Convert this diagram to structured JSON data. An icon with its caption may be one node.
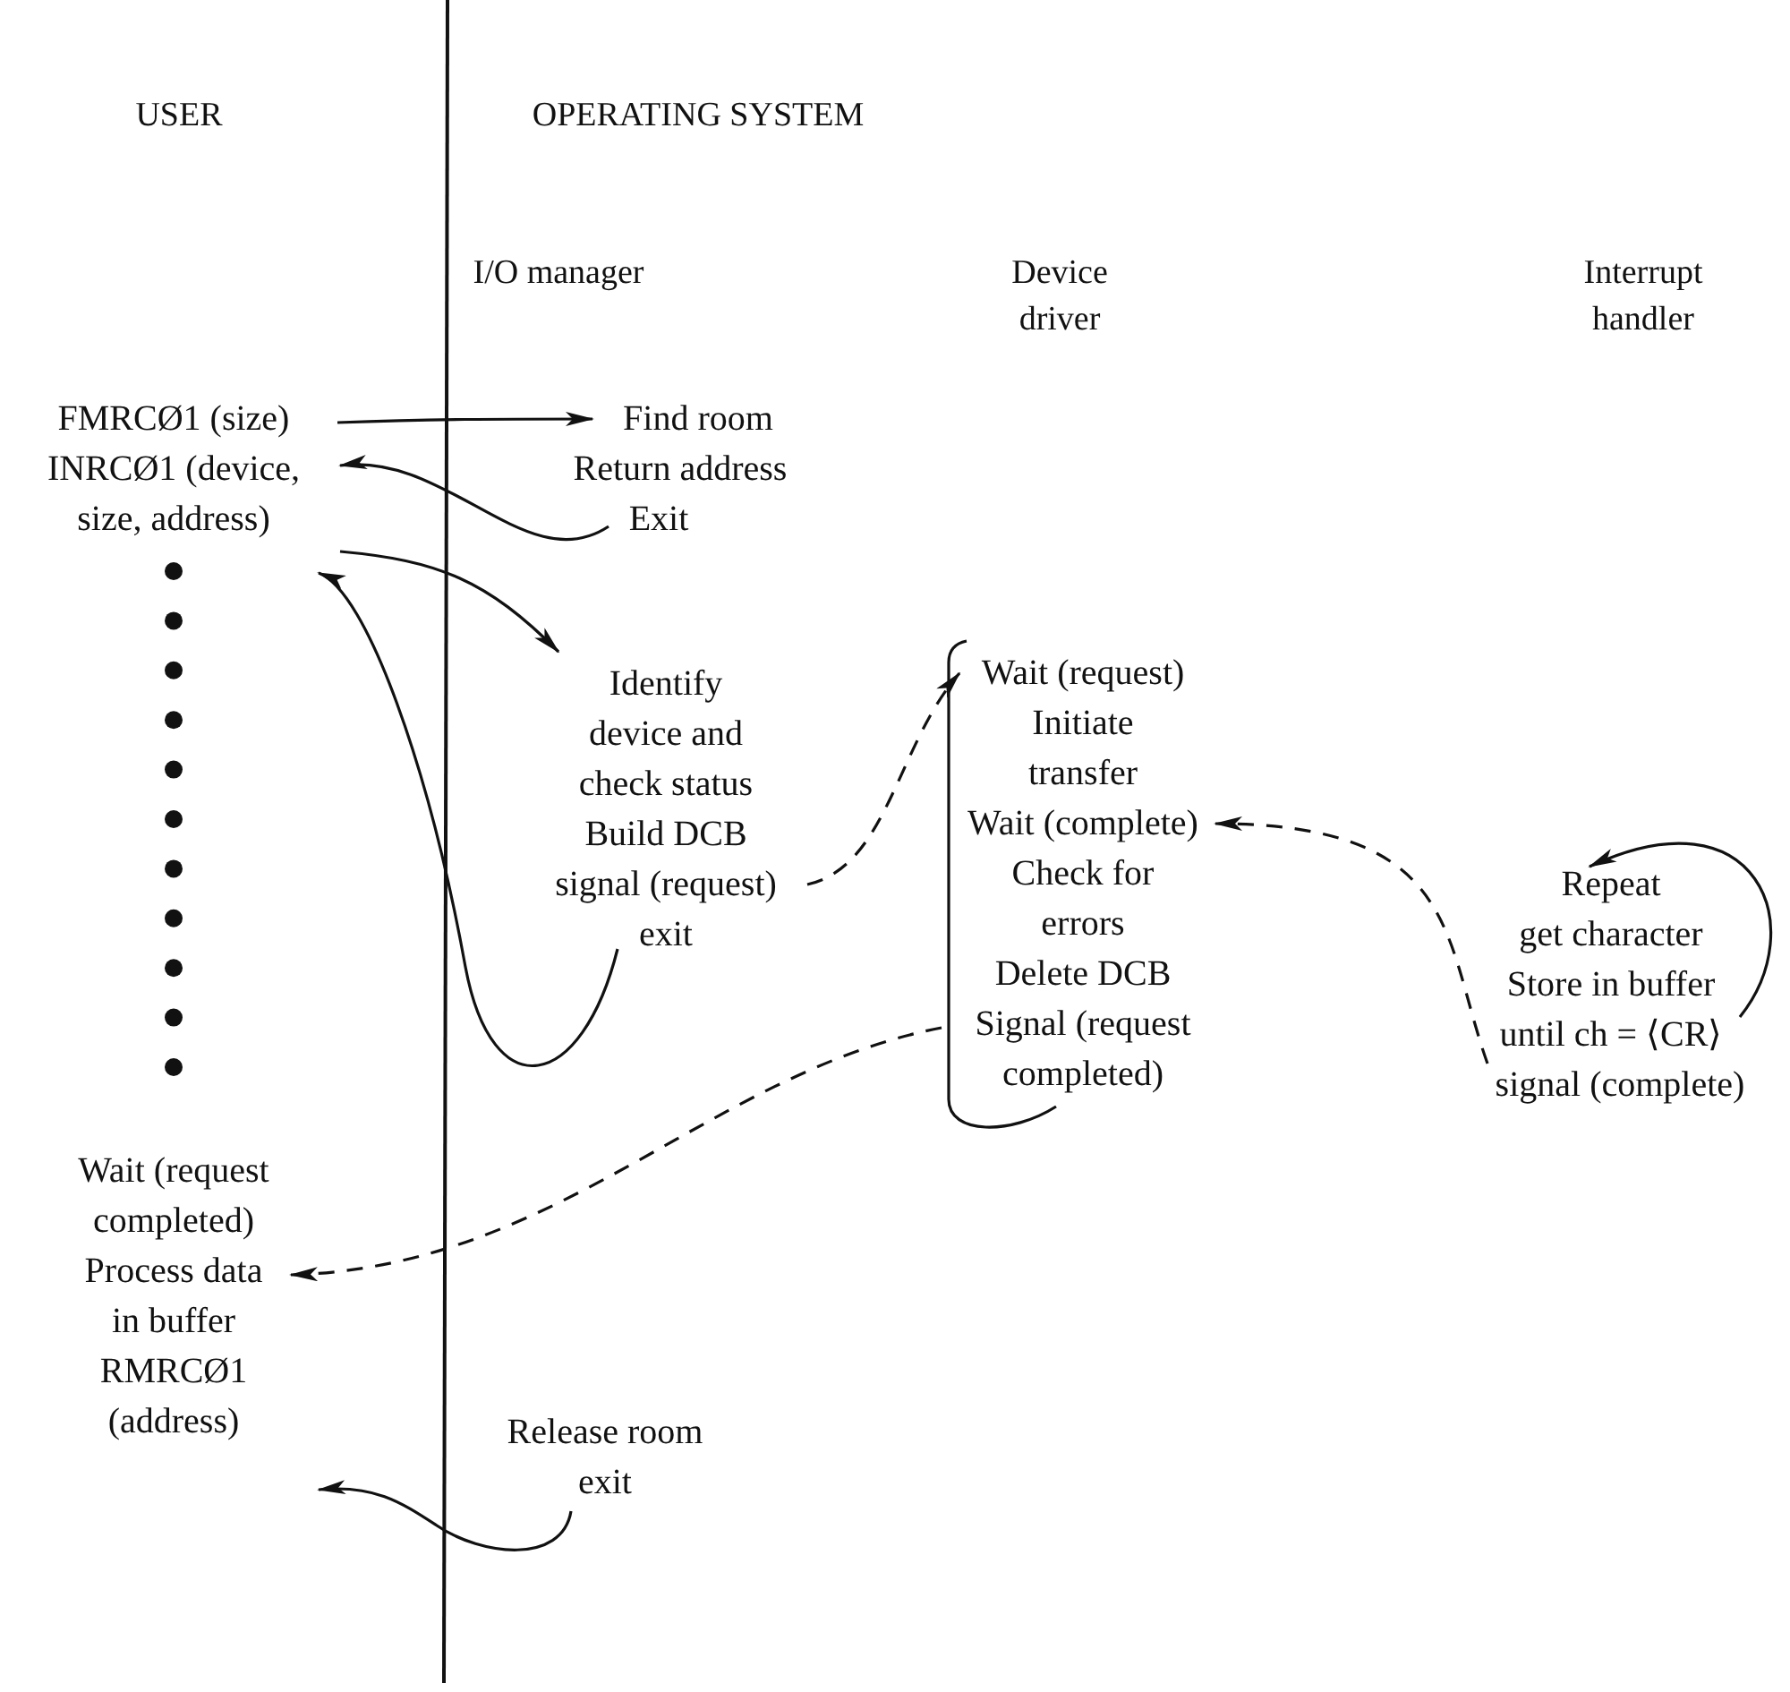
{
  "diagram": {
    "nodes": [
      {
        "text": [
          "FMRCØ1 (size)"
        ]
      },
      {
        "text": [
          "INRCØ1 (device, size, address)"
        ]
      },
      {
        "text": [
          "Find room"
        ]
      },
      {
        "text": [
          "Return address"
        ]
      },
      {
        "text": [
          "Exit"
        ]
      },
      {
        "text": [
          "Identify device and check status"
        ]
      },
      {
        "text": [
          "Build DCB"
        ]
      },
      {
        "text": [
          "signal (request)"
        ]
      },
      {
        "text": [
          "exit"
        ]
      },
      {
        "text": [
          "Wait (request)"
        ]
      },
      {
        "text": [
          "Initiate transfer"
        ]
      },
      {
        "text": [
          "Wait (complete)"
        ]
      },
      {
        "text": [
          "Check for errors"
        ]
      },
      {
        "text": [
          "Delete DCB"
        ]
      },
      {
        "text": [
          "Signal (request completed)"
        ]
      },
      {
        "text": [
          "Repeat"
        ]
      },
      {
        "text": [
          "get character"
        ]
      },
      {
        "text": [
          "Store in buffer"
        ]
      },
      {
        "text": [
          "until ch = ⟨CR⟩"
        ]
      },
      {
        "text": [
          "signal (complete)"
        ]
      },
      {
        "text": [
          "Wait (request completed)"
        ]
      },
      {
        "text": [
          "Process data in buffer"
        ]
      },
      {
        "text": [
          "RMRCØ1 (address)"
        ]
      },
      {
        "text": [
          "Release room"
        ]
      },
      {
        "text": [
          "exit"
        ]
      }
    ],
    "edges": [
      {
        "from": 0,
        "to": 2,
        "arrow": "to"
      },
      {
        "from": 4,
        "to": 1,
        "arrow": "to"
      },
      {
        "from": 1,
        "to": 5,
        "arrow": "to"
      },
      {
        "from": 8,
        "to": 1,
        "arrow": "to"
      },
      {
        "from": 24,
        "to": null,
        "arrow": "to"
      },
      {
        "from": 7,
        "to": 9,
        "arrow": "to",
        "style": "dashed"
      },
      {
        "from": 19,
        "to": 11,
        "arrow": "to",
        "style": "dashed"
      },
      {
        "from": 14,
        "to": 21,
        "arrow": "to",
        "style": "dashed"
      },
      {
        "from": 14,
        "to": 9,
        "arrow": "none"
      },
      {
        "from": 18,
        "to": 15,
        "arrow": "to"
      }
    ],
    "labels": [
      "USER",
      "OPERATING SYSTEM",
      "I/O manager",
      "Device driver",
      "Interrupt handler"
    ]
  }
}
